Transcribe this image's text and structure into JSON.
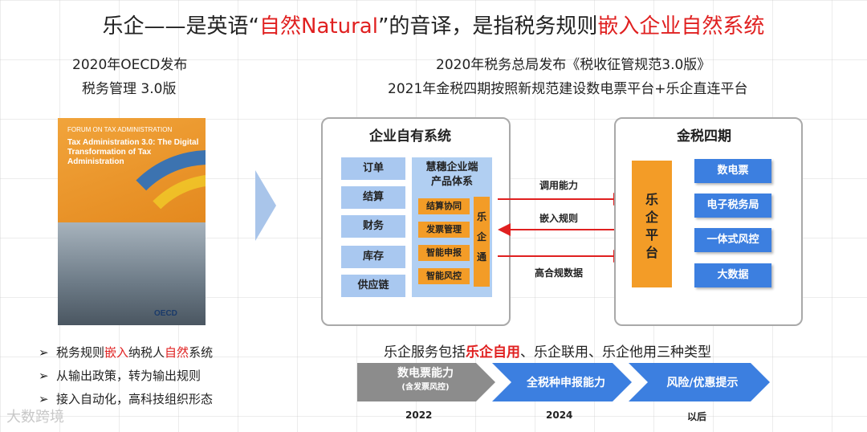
{
  "title": {
    "part1": "乐企——是英语“",
    "part2_red": "自然Natural",
    "part3": "”的音译，是指税务规则",
    "part4_red": "嵌入企业自然系统"
  },
  "left": {
    "line1": "2020年OECD发布",
    "line2": "税务管理 3.0版",
    "cover": {
      "forum": "FORUM ON TAX ADMINISTRATION",
      "title": "Tax Administration 3.0: The Digital Transformation of Tax Administration",
      "logo": "OECD"
    },
    "bullets": [
      {
        "a": "税务规则",
        "b": "嵌入",
        "c": "纳税人",
        "d": "自然",
        "e": "系统"
      },
      {
        "a": "从输出政策，转为输出规则"
      },
      {
        "a": "接入自动化，高科技组织形态"
      }
    ]
  },
  "watermark": "大数跨境",
  "right": {
    "line1": "2020年税务总局发布《税收征管规范3.0版》",
    "line2": "2021年金税四期按照新规范建设数电票平台+乐企直连平台"
  },
  "enterprise": {
    "title": "企业自有系统",
    "modules": [
      "订单",
      "结算",
      "财务",
      "库存",
      "供应链"
    ],
    "product_title_1": "慧穗企业端",
    "product_title_2": "产品体系",
    "features": [
      "结算协同",
      "发票管理",
      "智能申报",
      "智能风控"
    ],
    "leqitong": [
      "乐",
      "企",
      "通"
    ]
  },
  "arrows": [
    "调用能力",
    "嵌入规则",
    "高合规数据"
  ],
  "golden": {
    "title": "金税四期",
    "platform": [
      "乐",
      "企",
      "平",
      "台"
    ],
    "services": [
      "数电票",
      "电子税务局",
      "一体式风控",
      "大数据"
    ]
  },
  "services_line": {
    "a": "乐企服务包括",
    "b": "乐企自用",
    "c": "、乐企联用、乐企他用三种类型"
  },
  "timeline": {
    "steps": [
      {
        "label": "数电票能力",
        "sub": "(含发票风控)"
      },
      {
        "label": "全税种申报能力"
      },
      {
        "label": "风险/优惠提示"
      }
    ],
    "years": [
      "2022",
      "2024",
      "以后"
    ]
  }
}
